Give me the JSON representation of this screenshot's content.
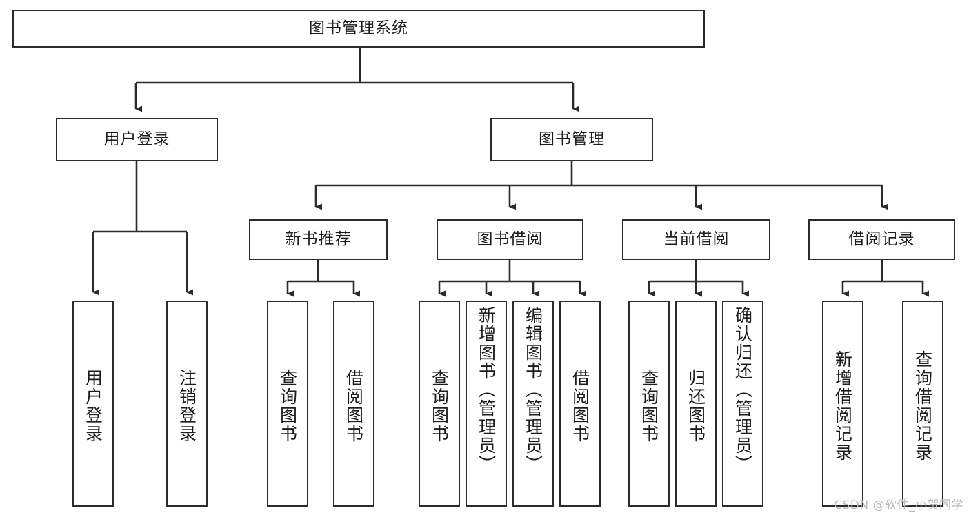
{
  "diagram": {
    "title": "图书管理系统",
    "type": "tree-hierarchy",
    "root": {
      "label": "图书管理系统"
    },
    "level2": [
      {
        "label": "用户登录"
      },
      {
        "label": "图书管理"
      }
    ],
    "level3": [
      {
        "label": "新书推荐"
      },
      {
        "label": "图书借阅"
      },
      {
        "label": "当前借阅"
      },
      {
        "label": "借阅记录"
      }
    ],
    "leaves": {
      "user_login": [
        {
          "label": "用户登录"
        },
        {
          "label": "注销登录"
        }
      ],
      "new_book_recommend": [
        {
          "label": "查询图书"
        },
        {
          "label": "借阅图书"
        }
      ],
      "book_borrow": [
        {
          "label": "查询图书"
        },
        {
          "label": "新增图书（管理员）"
        },
        {
          "label": "编辑图书（管理员）"
        },
        {
          "label": "借阅图书"
        }
      ],
      "current_borrow": [
        {
          "label": "查询图书"
        },
        {
          "label": "归还图书"
        },
        {
          "label": "确认归还（管理员）"
        }
      ],
      "borrow_record": [
        {
          "label": "新增借阅记录"
        },
        {
          "label": "查询借阅记录"
        }
      ]
    },
    "watermark": "CSDN @软件_小贺同学",
    "colors": {
      "stroke": "#2b2b2b",
      "fill": "#ffffff",
      "text": "#1c1c1c",
      "watermark": "#b9b9b9"
    }
  }
}
